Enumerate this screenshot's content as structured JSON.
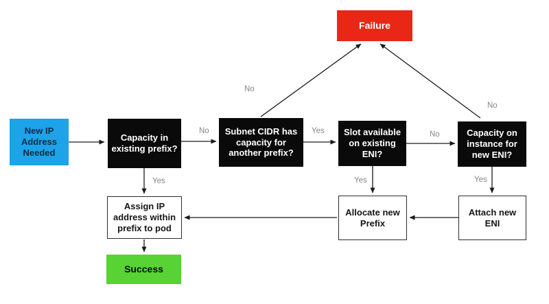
{
  "diagram": {
    "type": "flowchart",
    "topic": "IP address assignment flow",
    "colors": {
      "start_blue": "#1ca3e9",
      "decision_black": "#0a0a0a",
      "failure_red": "#ea2717",
      "success_green": "#57d334",
      "action_white": "#ffffff",
      "edge_label_gray": "#868686",
      "arrow_black": "#1a1a1a"
    },
    "nodes": {
      "new_ip": {
        "label": "New IP Address Needed",
        "kind": "start"
      },
      "capacity_prefix": {
        "label": "Capacity in existing prefix?",
        "kind": "decision"
      },
      "subnet_cidr": {
        "label": "Subnet CIDR has capacity for another prefix?",
        "kind": "decision"
      },
      "slot_eni": {
        "label": "Slot available on existing ENI?",
        "kind": "decision"
      },
      "capacity_instance": {
        "label": "Capacity on instance for new ENI?",
        "kind": "decision"
      },
      "failure": {
        "label": "Failure",
        "kind": "end-failure"
      },
      "assign_ip": {
        "label": "Assign IP address within prefix to pod",
        "kind": "action"
      },
      "allocate_prefix": {
        "label": "Allocate new Prefix",
        "kind": "action"
      },
      "attach_eni": {
        "label": "Attach new ENI",
        "kind": "action"
      },
      "success": {
        "label": "Success",
        "kind": "end-success"
      }
    },
    "edges": [
      {
        "from": "new_ip",
        "to": "capacity_prefix",
        "label": ""
      },
      {
        "from": "capacity_prefix",
        "to": "subnet_cidr",
        "label": "No"
      },
      {
        "from": "capacity_prefix",
        "to": "assign_ip",
        "label": "Yes"
      },
      {
        "from": "subnet_cidr",
        "to": "failure",
        "label": "No"
      },
      {
        "from": "subnet_cidr",
        "to": "slot_eni",
        "label": "Yes"
      },
      {
        "from": "slot_eni",
        "to": "capacity_instance",
        "label": "No"
      },
      {
        "from": "slot_eni",
        "to": "allocate_prefix",
        "label": "Yes"
      },
      {
        "from": "capacity_instance",
        "to": "failure",
        "label": "No"
      },
      {
        "from": "capacity_instance",
        "to": "attach_eni",
        "label": "Yes"
      },
      {
        "from": "attach_eni",
        "to": "allocate_prefix",
        "label": ""
      },
      {
        "from": "allocate_prefix",
        "to": "assign_ip",
        "label": ""
      },
      {
        "from": "assign_ip",
        "to": "success",
        "label": ""
      }
    ]
  }
}
